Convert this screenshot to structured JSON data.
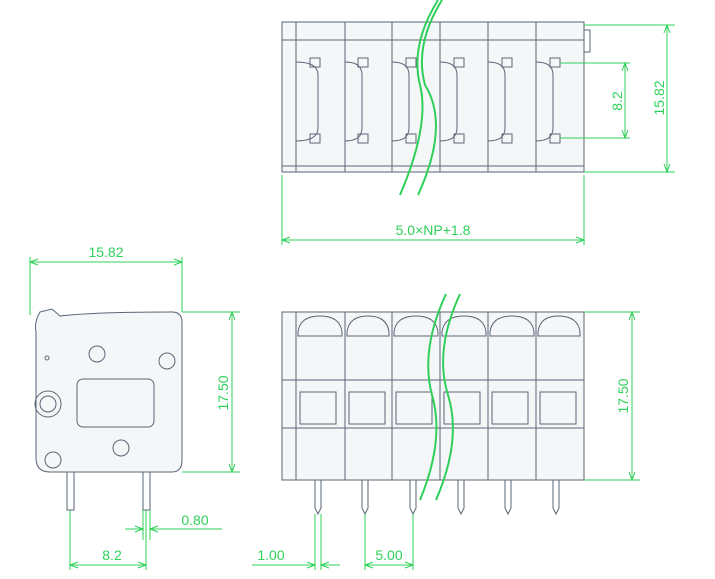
{
  "dimensions": {
    "top_height": "15.82",
    "top_pin_spacing": "8.2",
    "top_width_formula": "5.0×NP+1.8",
    "side_width": "15.82",
    "side_height": "17.50",
    "side_pin_spacing": "8.2",
    "side_pin_width": "0.80",
    "front_height": "17.50",
    "front_pin_thickness": "1.00",
    "front_pitch": "5.00"
  },
  "colors": {
    "dimension": "#2fd05a",
    "outline": "#5a6676"
  }
}
